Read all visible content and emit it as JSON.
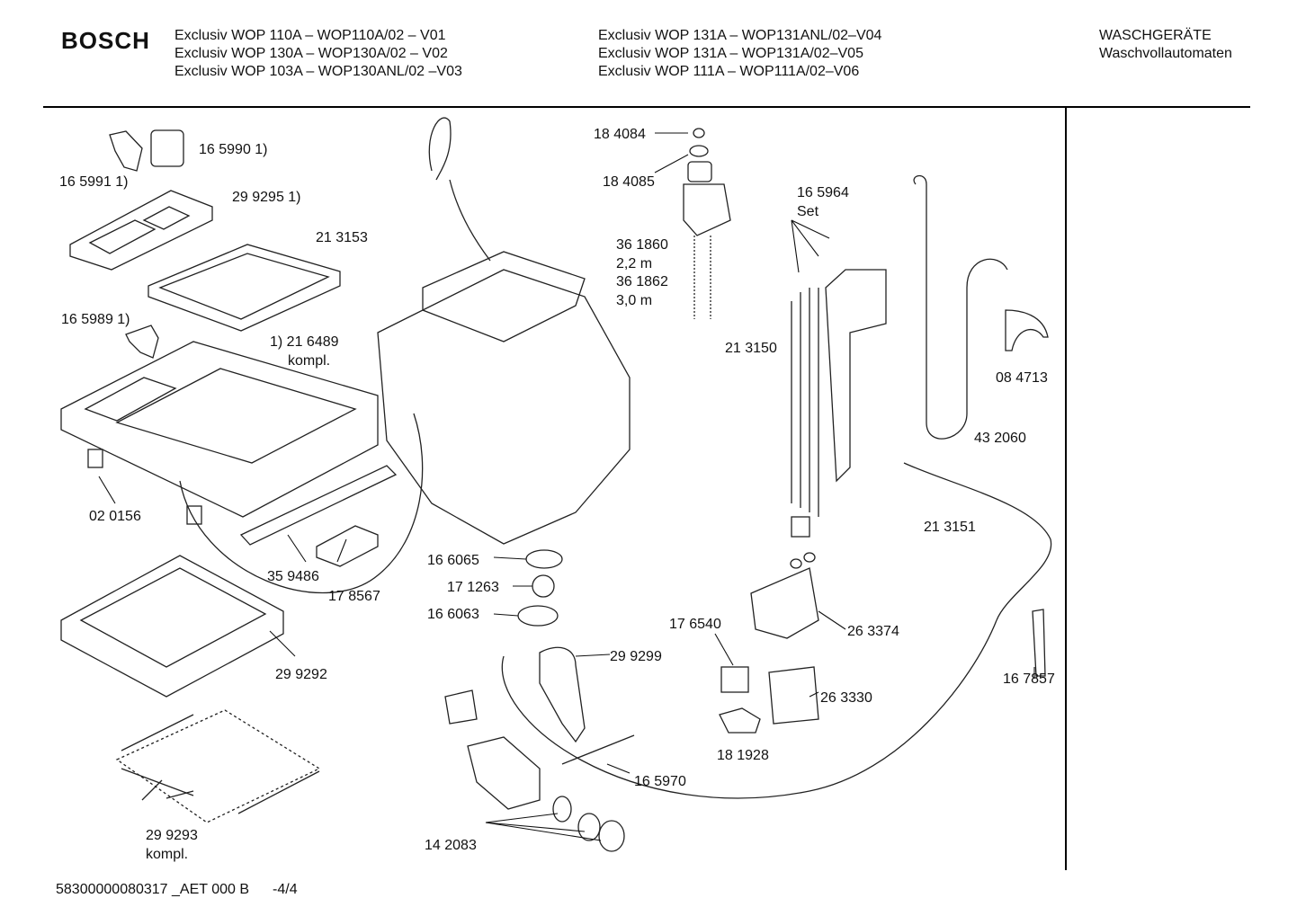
{
  "header": {
    "brand": "BOSCH",
    "models_left": [
      "Exclusiv WOP 110A – WOP110A/02 – V01",
      "Exclusiv WOP 130A – WOP130A/02 – V02",
      "Exclusiv WOP 103A – WOP130ANL/02 –V03"
    ],
    "models_right": [
      "Exclusiv WOP 131A – WOP131ANL/02–V04",
      "Exclusiv WOP 131A – WOP131A/02–V05",
      "Exclusiv WOP 111A – WOP111A/02–V06"
    ],
    "category": "WASCHGERÄTE",
    "subcategory": "Waschvollautomaten"
  },
  "parts": {
    "p165990": "16 5990 1)",
    "p165991": "16 5991 1)",
    "p299295": "29 9295 1)",
    "p213153": "21 3153",
    "p165989": "16 5989 1)",
    "p216489a": "1) 21 6489",
    "p216489b": "kompl.",
    "p020156": "02 0156",
    "p359486": "35 9486",
    "p178567": "17 8567",
    "p299292": "29 9292",
    "p299293a": "29 9293",
    "p299293b": "kompl.",
    "p184084": "18 4084",
    "p184085": "18 4085",
    "p361860": "36 1860",
    "len22": "2,2 m",
    "p361862": "36 1862",
    "len30": "3,0 m",
    "p165964": "16 5964",
    "set": "Set",
    "p213150": "21 3150",
    "p084713": "08 4713",
    "p432060": "43 2060",
    "p213151": "21 3151",
    "p166065": "16 6065",
    "p171263": "17 1263",
    "p166063": "16 6063",
    "p176540": "17 6540",
    "p263374": "26 3374",
    "p167857": "16 7857",
    "p299299": "29 9299",
    "p263330": "26 3330",
    "p181928": "18 1928",
    "p165970": "16 5970",
    "p142083": "14 2083"
  },
  "footer": {
    "doc_number": "58300000080317 _AET 000 B",
    "page": "-4/4"
  }
}
